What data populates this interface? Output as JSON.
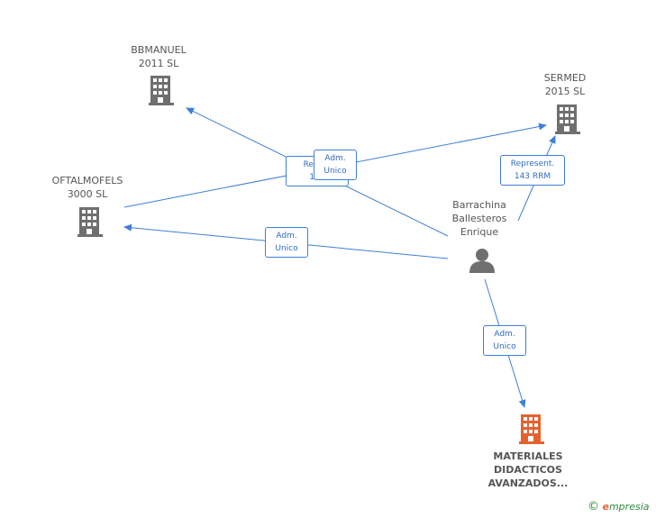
{
  "nodes": {
    "bbmanuel": {
      "line1": "BBMANUEL",
      "line2": "2011 SL"
    },
    "sermed": {
      "line1": "SERMED",
      "line2": "2015 SL"
    },
    "oftalmofels": {
      "line1": "OFTALMOFELS",
      "line2": "3000 SL"
    },
    "person": {
      "line1": "Barrachina",
      "line2": "Ballesteros",
      "line3": "Enrique"
    },
    "materiales": {
      "line1": "MATERIALES",
      "line2": "DIDACTICOS",
      "line3": "AVANZADOS..."
    }
  },
  "edges": {
    "represent_bbmanuel": {
      "line1": "Repres",
      "line2": "143"
    },
    "adm_bbmanuel": {
      "line1": "Adm.",
      "line2": "Unico"
    },
    "represent_sermed": {
      "line1": "Represent.",
      "line2": "143 RRM"
    },
    "adm_oftalmofels": {
      "line1": "Adm.",
      "line2": "Unico"
    },
    "adm_materiales": {
      "line1": "Adm.",
      "line2": "Unico"
    }
  },
  "colors": {
    "edge": "#3f7fd6",
    "building_gray": "#6f6f6f",
    "building_main": "#e5622f",
    "person": "#6f6f6f"
  },
  "icons": {
    "company": "building-icon",
    "person": "person-icon"
  },
  "brand": {
    "copyright": "©",
    "initial": "e",
    "rest": "mpresia"
  }
}
